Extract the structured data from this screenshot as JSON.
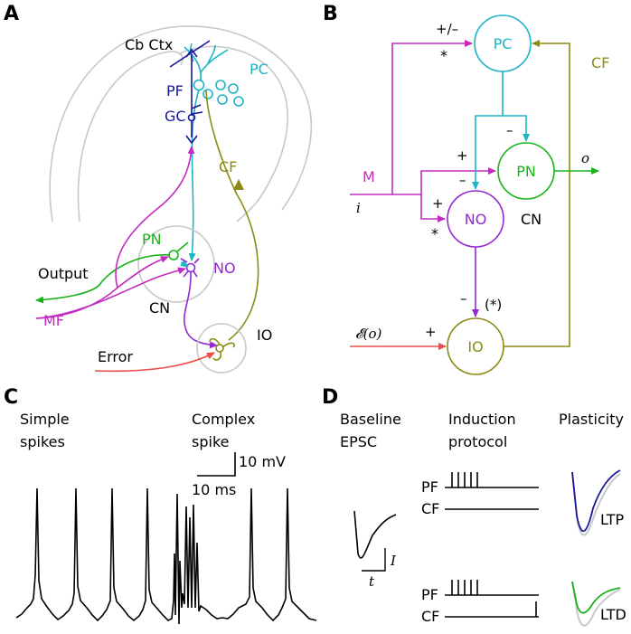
{
  "colors": {
    "cyan": "#1bb5c6",
    "green": "#19b319",
    "purple": "#9228d4",
    "magenta": "#c22ac0",
    "olive": "#8b8a12",
    "navy": "#17179a",
    "red": "#ef4b4b",
    "gray": "#c8c8c8",
    "black": "#000000"
  },
  "panel_a": {
    "letter": "A",
    "cortex_label": "Cb Ctx",
    "pc": "PC",
    "pf": "PF",
    "gc": "GC",
    "cf": "CF",
    "pn": "PN",
    "no": "NO",
    "output": "Output",
    "cn": "CN",
    "mf": "MF",
    "io": "IO",
    "error": "Error"
  },
  "panel_b": {
    "letter": "B",
    "pc": "PC",
    "pn": "PN",
    "no": "NO",
    "io": "IO",
    "cf": "CF",
    "cn": "CN",
    "m": "M",
    "input_var": "i",
    "output_var": "o",
    "error_fn": "𝓔(o)",
    "sign_pc": "+/–",
    "star_pc": "*",
    "sign_pc_pn": "–",
    "sign_m_pn": "+",
    "sign_pc_no": "–",
    "sign_m_no": "+",
    "star_no": "*",
    "sign_no_io": "–",
    "star_no_io": "(*)",
    "sign_err_io": "+"
  },
  "panel_c": {
    "letter": "C",
    "simple_label_1": "Simple",
    "simple_label_2": "spikes",
    "complex_label_1": "Complex",
    "complex_label_2": "spike",
    "scale_v": "10 mV",
    "scale_t": "10 ms"
  },
  "panel_d": {
    "letter": "D",
    "baseline_1": "Baseline",
    "baseline_2": "EPSC",
    "induction_1": "Induction",
    "induction_2": "protocol",
    "plasticity": "Plasticity",
    "current_var": "I",
    "time_var": "t",
    "pf": "PF",
    "cf": "CF",
    "ltp": "LTP",
    "ltd": "LTD"
  }
}
